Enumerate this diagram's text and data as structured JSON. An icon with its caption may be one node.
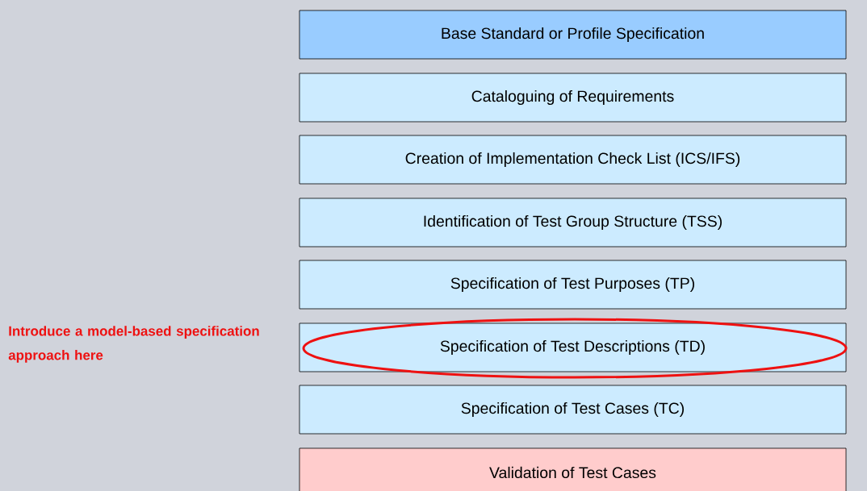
{
  "diagram": {
    "nodes": [
      {
        "text": [
          "Base Standard or Profile Specification"
        ]
      },
      {
        "text": [
          "Cataloguing of Requirements"
        ]
      },
      {
        "text": [
          "Creation of Implementation Check List (ICS/IFS)"
        ]
      },
      {
        "text": [
          "Identification of Test Group Structure (TSS)"
        ]
      },
      {
        "text": [
          "Specification of Test Purposes (TP)"
        ]
      },
      {
        "text": [
          "Specification of Test Descriptions (TD)"
        ]
      },
      {
        "text": [
          "Specification of Test Cases (TC)"
        ]
      },
      {
        "text": [
          "Validation of Test Cases"
        ]
      }
    ],
    "labels": [
      "Introduce a model-based specification approach here"
    ]
  }
}
